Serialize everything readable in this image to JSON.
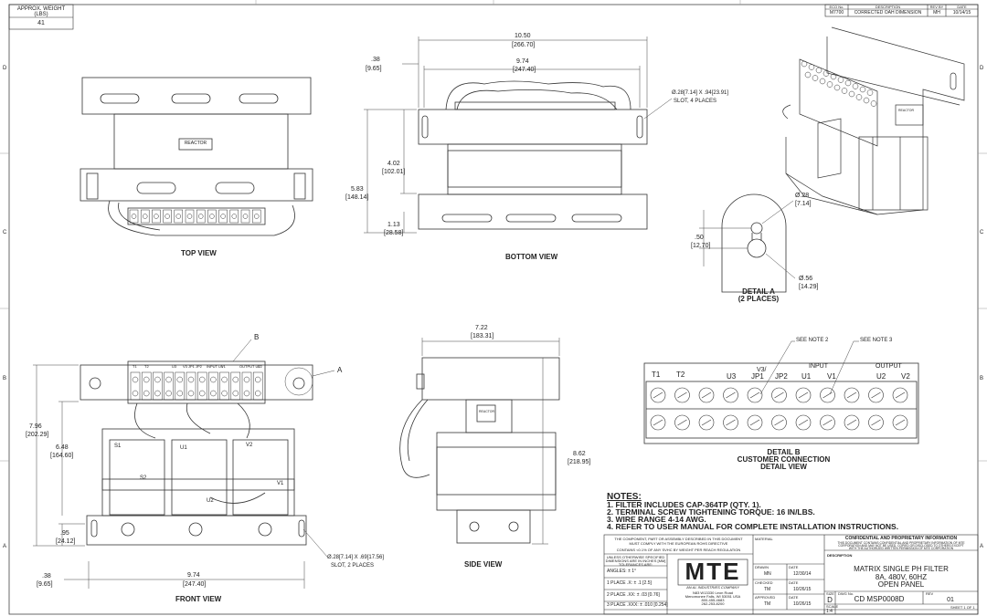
{
  "weight_box": {
    "label_line1": "APPROX. WEIGHT",
    "label_line2": "(LBS)",
    "value": "41"
  },
  "revision_block": {
    "headers": [
      "ECO No.",
      "DESCRIPTION",
      "REV BY",
      "DATE"
    ],
    "row": [
      "M7700",
      "CORRECTED OAH DIMENSION",
      "MH",
      "10/14/15"
    ]
  },
  "border": {
    "rows": [
      "D",
      "C",
      "B",
      "A"
    ]
  },
  "views": {
    "top": "TOP VIEW",
    "bottom": "BOTTOM VIEW",
    "front": "FRONT VIEW",
    "side": "SIDE VIEW",
    "detail_a_line1": "DETAIL A",
    "detail_a_line2": "(2 PLACES)",
    "detail_b_line1": "DETAIL B",
    "detail_b_line2": "CUSTOMER CONNECTION",
    "detail_b_line3": "DETAIL VIEW"
  },
  "component_labels": {
    "reactor_top": "REACTOR",
    "reactor_side": "REACTOR",
    "reactor_iso": "REACTOR"
  },
  "dims": {
    "bottom_overall_w": "10.50",
    "bottom_overall_w_mm": "[266.70]",
    "bottom_slot_w": "9.74",
    "bottom_slot_w_mm": "[247.40]",
    "bottom_edge": ".38",
    "bottom_edge_mm": "[9.65]",
    "bottom_slot_note1": "Ø.28[7.14] X .94[23.91]",
    "bottom_slot_note2": "SLOT, 4 PLACES",
    "bottom_h1": "4.02",
    "bottom_h1_mm": "[102.01]",
    "bottom_h2": "5.83",
    "bottom_h2_mm": "[148.14]",
    "bottom_h3": "1.13",
    "bottom_h3_mm": "[28.58]",
    "detail_a_hole": "Ø.28",
    "detail_a_hole_mm": "[7.14]",
    "detail_a_gap": ".50",
    "detail_a_gap_mm": "[12.70]",
    "detail_a_big": "Ø.56",
    "detail_a_big_mm": "[14.29]",
    "front_total_h": "7.96",
    "front_total_h_mm": "[202.29]",
    "front_h": "6.48",
    "front_h_mm": "[164.60]",
    "front_low": ".95",
    "front_low_mm": "[24.12]",
    "front_edge": ".38",
    "front_edge_mm": "[9.65]",
    "front_w": "9.74",
    "front_w_mm": "[247.40]",
    "front_slot_note1": "Ø.28[7.14] X .69[17.56]",
    "front_slot_note2": "SLOT, 2 PLACES",
    "side_w": "7.22",
    "side_w_mm": "[183.31]",
    "side_h": "8.62",
    "side_h_mm": "[218.95]"
  },
  "callouts": {
    "a": "A",
    "b": "B",
    "see_note_2": "SEE NOTE 2",
    "see_note_3": "SEE NOTE 3"
  },
  "terminals": {
    "front": [
      "T1",
      "T2",
      "U3",
      "V3 JP1",
      "JP2",
      "INPUT U1",
      "V1",
      "OUTPUT U2",
      "V2"
    ],
    "detail_b": {
      "row_top": [
        "",
        "",
        "",
        "V3/",
        "",
        "INPUT",
        "",
        "OUTPUT"
      ],
      "row": [
        "T1",
        "T2",
        "U3",
        "JP1",
        "JP2",
        "U1",
        "V1",
        "U2",
        "V2"
      ]
    }
  },
  "coils": {
    "s1": "S1",
    "s2": "S2",
    "u1": "U1",
    "u2": "U2",
    "v1": "V1",
    "v2": "V2"
  },
  "notes": {
    "heading": "NOTES:",
    "items": [
      "1.  FILTER INCLUDES CAP-364TP (QTY. 1).",
      "2.  TERMINAL SCREW TIGHTENING TORQUE: 16 IN/LBS.",
      "3.  WIRE RANGE 4-14 AWG.",
      "4.  REFER TO USER MANUAL FOR COMPLETE INSTALLATION INSTRUCTIONS."
    ]
  },
  "title_block": {
    "rohs_1": "THE COMPONENT, PART OR ASSEMBLY DESCRIBED IN THIS DOCUMENT",
    "rohs_2": "MUST COMPLY WITH THE EUROPEAN ROHS DIRECTIVE",
    "rohs_3": "CONTAINS <0.1% OF ANY SVHC BY WEIGHT PER REACH REGULATION",
    "unless_1": "UNLESS OTHERWISE SPECIFIED",
    "unless_2": "DIMENSIONS ARE IN INCHES [MM]",
    "unless_3": "TOLERANCES ARE:",
    "angles": "ANGLES: ± 1°",
    "tol1": "1 PLACE .X: ± .1 [2.5]",
    "tol2": "2 PLACE .XX: ± .03 [0.76]",
    "tol3": "3 PLACE .XXX: ± .010 [0.254]",
    "logo": "MTE",
    "logo_sub": "AN AL INDUSTRIES COMPANY",
    "address_1": "N83 W13330 Leon Road",
    "address_2": "Menomonee Falls, WI 53051 USA",
    "address_3": "800-455-4683",
    "address_4": "262-253-8200",
    "material": "MATERIAL",
    "drawn_label": "DRAWN",
    "drawn_by": "MN",
    "drawn_date_label": "DATE",
    "drawn_date": "12/30/14",
    "checked_label": "CHECKED",
    "checked_by": "TM",
    "checked_date_label": "DATE",
    "checked_date": "10/26/15",
    "approved_label": "APPROVED",
    "approved_by": "TM",
    "approved_date_label": "DATE",
    "approved_date": "10/26/15",
    "conf_heading": "CONFIDENTIAL AND PROPRIETARY INFORMATION",
    "conf_1": "THIS DOCUMENT CONTAINS CONFIDENTIAL AND PROPRIETARY INFORMATION OF MTE",
    "conf_2": "CORPORATION AND MAY NOT BE USED, COPIED OR DISCLOSED TO OTHERS EXCEPT",
    "conf_3": "WITH THE AUTHORIZED WRITTEN PERMISSION OF MTE CORPORATION",
    "description_label": "DESCRIPTION",
    "desc_1": "MATRIX SINGLE PH FILTER",
    "desc_2": "8A, 480V, 60HZ",
    "desc_3": "OPEN PANEL",
    "size_label": "SIZE",
    "size": "D",
    "dwg_label": "DWG No.",
    "dwg": "CD MSP0008D",
    "rev_label": "REV",
    "rev": "01",
    "scale_label": "SCALE",
    "scale": "1:4",
    "sheet": "SHEET 1 OF 1"
  }
}
